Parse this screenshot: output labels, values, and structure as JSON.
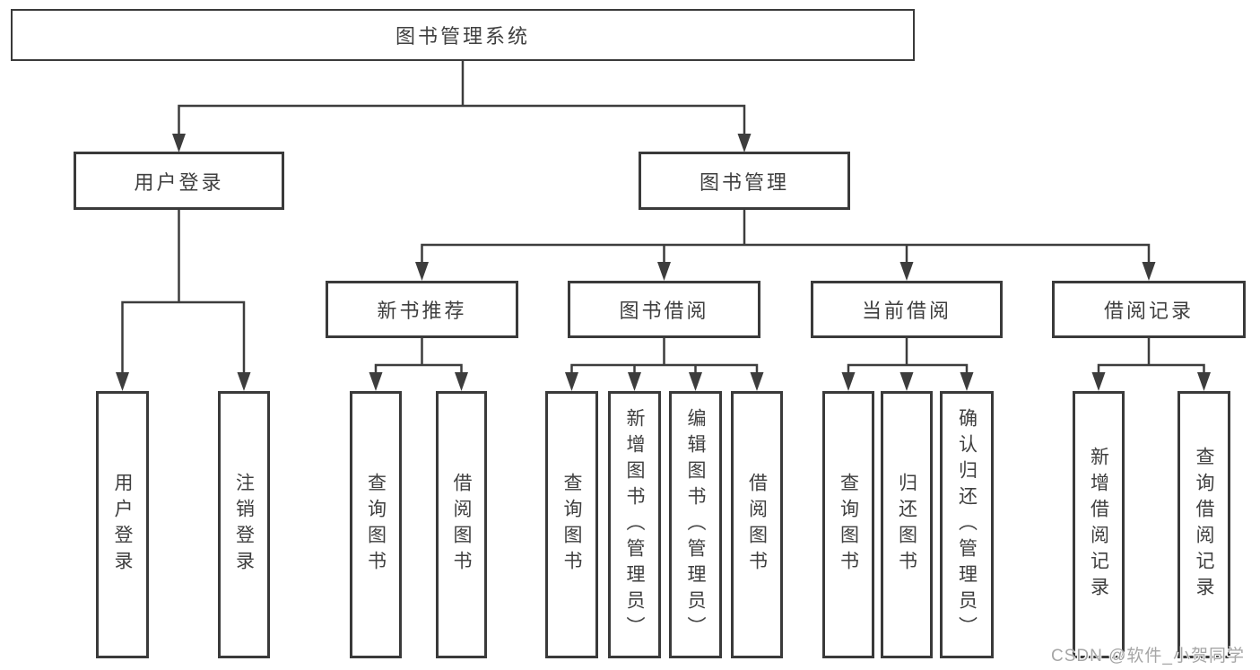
{
  "tree": {
    "label": "图书管理系统",
    "children": [
      {
        "label": "用户登录",
        "children": [
          {
            "label": "用户登录"
          },
          {
            "label": "注销登录"
          }
        ]
      },
      {
        "label": "图书管理",
        "children": [
          {
            "label": "新书推荐",
            "children": [
              {
                "label": "查询图书"
              },
              {
                "label": "借阅图书"
              }
            ]
          },
          {
            "label": "图书借阅",
            "children": [
              {
                "label": "查询图书"
              },
              {
                "label": "新增图书（管理员）"
              },
              {
                "label": "编辑图书（管理员）"
              },
              {
                "label": "借阅图书"
              }
            ]
          },
          {
            "label": "当前借阅",
            "children": [
              {
                "label": "查询图书"
              },
              {
                "label": "归还图书"
              },
              {
                "label": "确认归还（管理员）"
              }
            ]
          },
          {
            "label": "借阅记录",
            "children": [
              {
                "label": "新增借阅记录"
              },
              {
                "label": "查询借阅记录"
              }
            ]
          }
        ]
      }
    ]
  },
  "watermark": "CSDN @软件_小贺同学",
  "colors": {
    "background": "#ffffff",
    "line": "#3d3d3d",
    "box_border": "#3a3a3a",
    "text": "#3f3f3f",
    "watermark_text": "#a6a6a6"
  }
}
